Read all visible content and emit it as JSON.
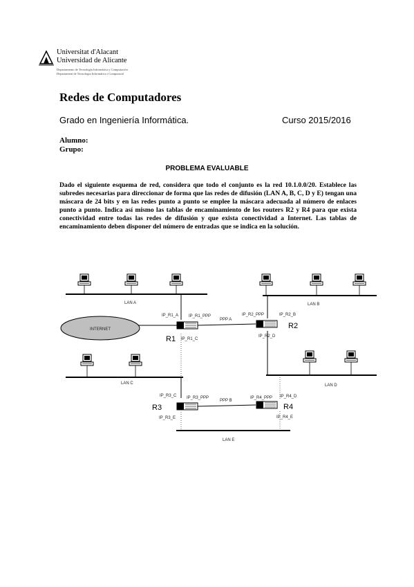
{
  "header": {
    "university_line1": "Universitat d'Alacant",
    "university_line2": "Universidad de Alicante",
    "department_line1": "Departamento de Tecnología Informática y Computación",
    "department_line2": "Departament de Tecnologia Informàtica i Computació"
  },
  "course": {
    "title": "Redes de Computadores",
    "degree": "Grado en Ingeniería Informática.",
    "year": "Curso 2015/2016"
  },
  "fields": {
    "student": "Alumno:",
    "group": "Grupo:"
  },
  "problem": {
    "title": "PROBLEMA EVALUABLE",
    "statement": "Dado el siguiente esquema de red, considera que todo el conjunto es la red 10.1.0.0/20. Establece las subredes necesarias para direccionar de forma que las redes de difusión (LAN A, B, C, D y E) tengan una máscara de 24 bits y en las redes punto a punto se emplee la máscara adecuada al número de enlaces punto a punto. Indica así mismo las tablas de encaminamiento de los routers R2 y R4 para que exista conectividad entre todas las redes de difusión y que exista conectividad a Internet. Las tablas de encaminamiento deben disponer del número de entradas que se indica en la solución."
  },
  "diagram": {
    "lans": {
      "a": "LAN A",
      "b": "LAN B",
      "c": "LAN C",
      "d": "LAN D",
      "e": "LAN E"
    },
    "routers": {
      "r1": "R1",
      "r2": "R2",
      "r3": "R3",
      "r4": "R4"
    },
    "internet": "INTERNET",
    "links": {
      "ppp_a": "PPP A",
      "ppp_b": "PPP B"
    },
    "interfaces": {
      "r1_a": "IP_R1_A",
      "r1_ppp": "IP_R1_PPP",
      "r1_c": "IP_R1_C",
      "r2_ppp": "IP_R2_PPP",
      "r2_b": "IP_R2_B",
      "r2_d": "IP_R2_D",
      "r3_c": "IP_R3_C",
      "r3_ppp": "IP_R3_PPP",
      "r3_e": "IP_R3_E",
      "r4_ppp": "IP_R4_PPP",
      "r4_d": "IP_R4_D",
      "r4_e": "IP_R4_E"
    }
  },
  "colors": {
    "internet_fill": "#bfbfbf",
    "line": "#000000"
  }
}
